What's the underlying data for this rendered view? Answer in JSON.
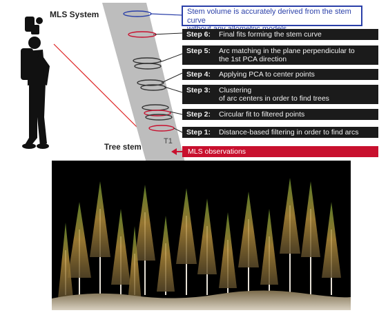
{
  "labels": {
    "mls_system": "MLS System",
    "tree_stem": "Tree stem"
  },
  "top_box": {
    "line1": "Stem volume is accurately derived from the stem curve",
    "line2": "without any allometric models"
  },
  "steps": [
    {
      "num": "Step 6:",
      "line1": "Final fits forming the stem curve",
      "line2": ""
    },
    {
      "num": "Step 5:",
      "line1": "Arc matching in the plane perpendicular to",
      "line2": "the 1st PCA direction"
    },
    {
      "num": "Step 4:",
      "line1": "Applying PCA to center points",
      "line2": ""
    },
    {
      "num": "Step 3:",
      "line1": "Clustering",
      "line2": "of arc centers in order to find trees"
    },
    {
      "num": "Step 2:",
      "line1": "Circular fit to filtered points",
      "line2": ""
    },
    {
      "num": "Step 1:",
      "line1": "Distance-based filtering in order to find arcs",
      "line2": ""
    }
  ],
  "mls_observations": "MLS observations",
  "colors": {
    "step_box": "#1b1b1b",
    "top_box_border": "#2a3fa8",
    "mls_red": "#c8102e",
    "stem_grey": "#bdbdbd"
  },
  "icons": [
    "person-with-scanner-icon",
    "point-cloud-forest-image"
  ]
}
